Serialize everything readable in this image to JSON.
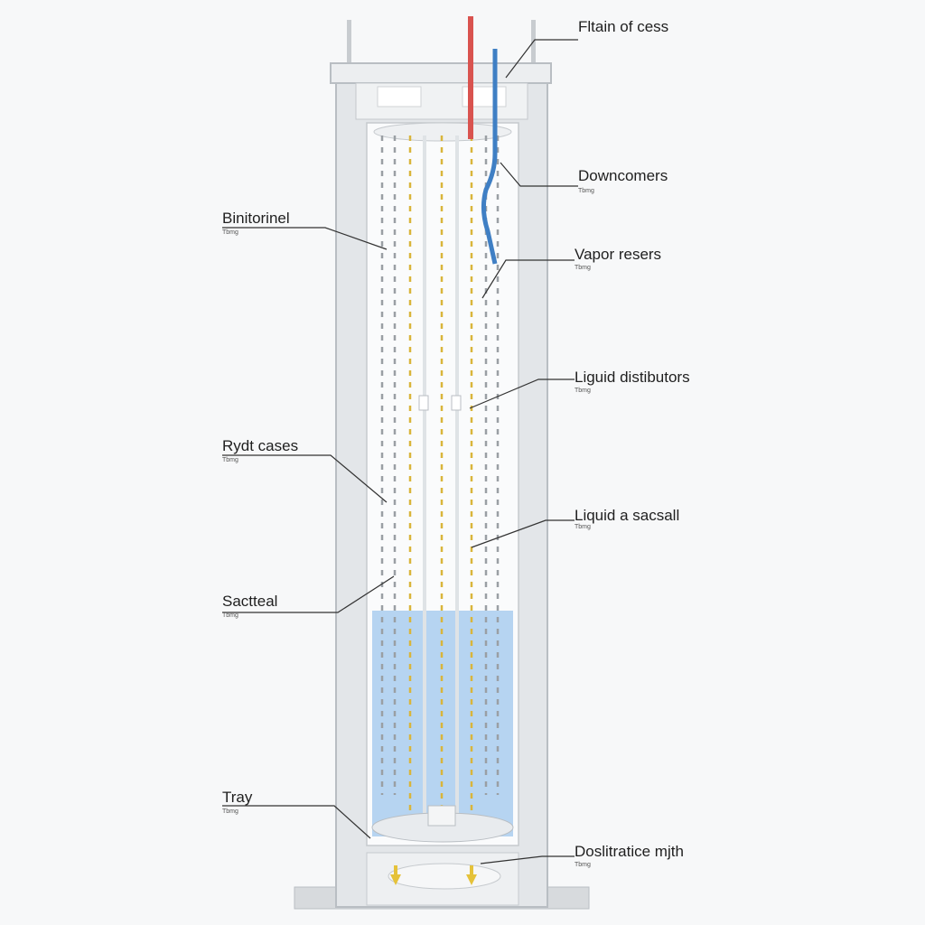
{
  "labels": {
    "top": {
      "title": "Fltain of cess"
    },
    "downcomers": {
      "title": "Downcomers",
      "sub": "Tbmg"
    },
    "vapor": {
      "title": "Vapor resers",
      "sub": "Tbmg"
    },
    "liquid_distributors": {
      "title": "Liguid distibutors",
      "sub": "Tbmg"
    },
    "liquid_sacsall": {
      "title": "Liquid a sacsall",
      "sub": "Tbmg"
    },
    "dosl": {
      "title": "Doslitratice mjth",
      "sub": "Tbmg"
    },
    "binitorinel": {
      "title": "Binitorinel",
      "sub": "Tbmg"
    },
    "rydt": {
      "title": "Rydt cases",
      "sub": "Tbmg"
    },
    "sactteal": {
      "title": "Sactteal",
      "sub": "Tbmg"
    },
    "tray": {
      "title": "Tray",
      "sub": "Tbmg"
    }
  },
  "colors": {
    "frame": "#dfe2e5",
    "frame_edge": "#b9bec3",
    "liquid": "#a9cdee",
    "hot_pipe": "#d9534f",
    "cold_pipe": "#3f7fc4",
    "yellow_dash": "#d9b53b",
    "gray_dash": "#8a8f94"
  }
}
